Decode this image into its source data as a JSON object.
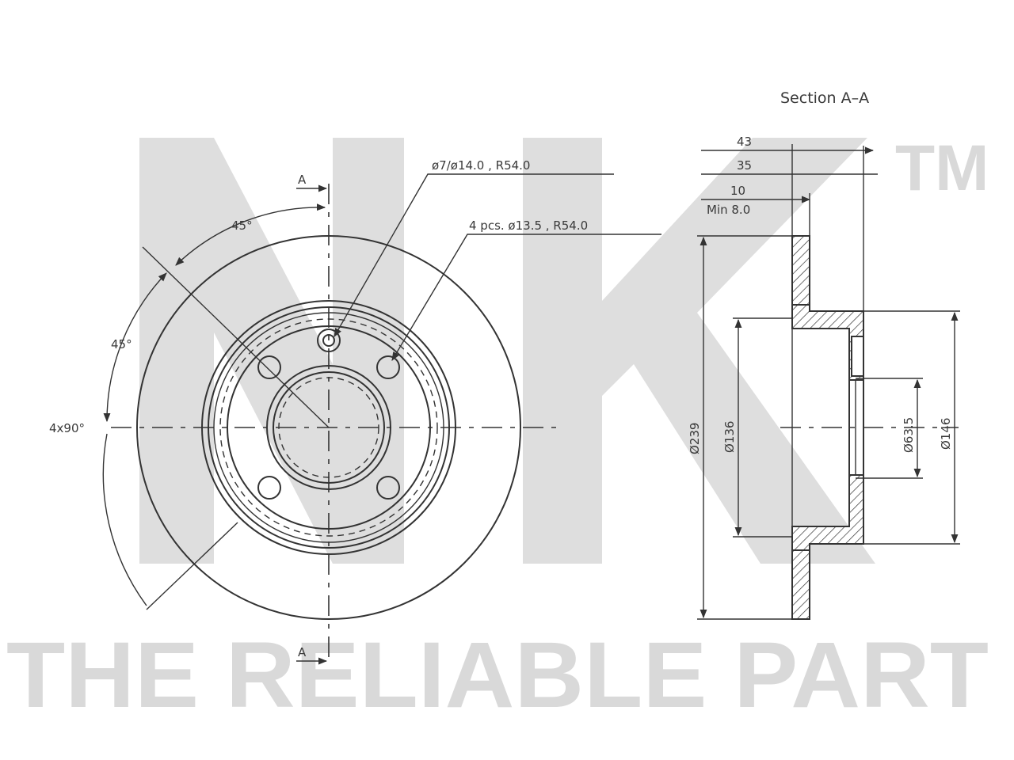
{
  "watermark": {
    "logo": "NK",
    "trademark": "TM",
    "tagline": "THE RELIABLE PART"
  },
  "section_title": "Section A–A",
  "front_view": {
    "section_marker_top": "A",
    "section_marker_bottom": "A",
    "angle_top": "45°",
    "angle_side": "45°",
    "pattern_label": "4x90°",
    "callout_pin_hole": "ø7/ø14.0 , R54.0",
    "callout_bolt_holes": "4 pcs. ø13.5 , R54.0"
  },
  "section_view": {
    "dim_total_height": "43",
    "dim_hat_height": "35",
    "dim_thickness": "10",
    "dim_min_thickness": "Min 8.0",
    "dim_outer_diameter": "Ø239",
    "dim_friction_inner_diameter": "Ø136",
    "dim_center_bore": "Ø63.5",
    "dim_hat_diameter": "Ø146"
  }
}
